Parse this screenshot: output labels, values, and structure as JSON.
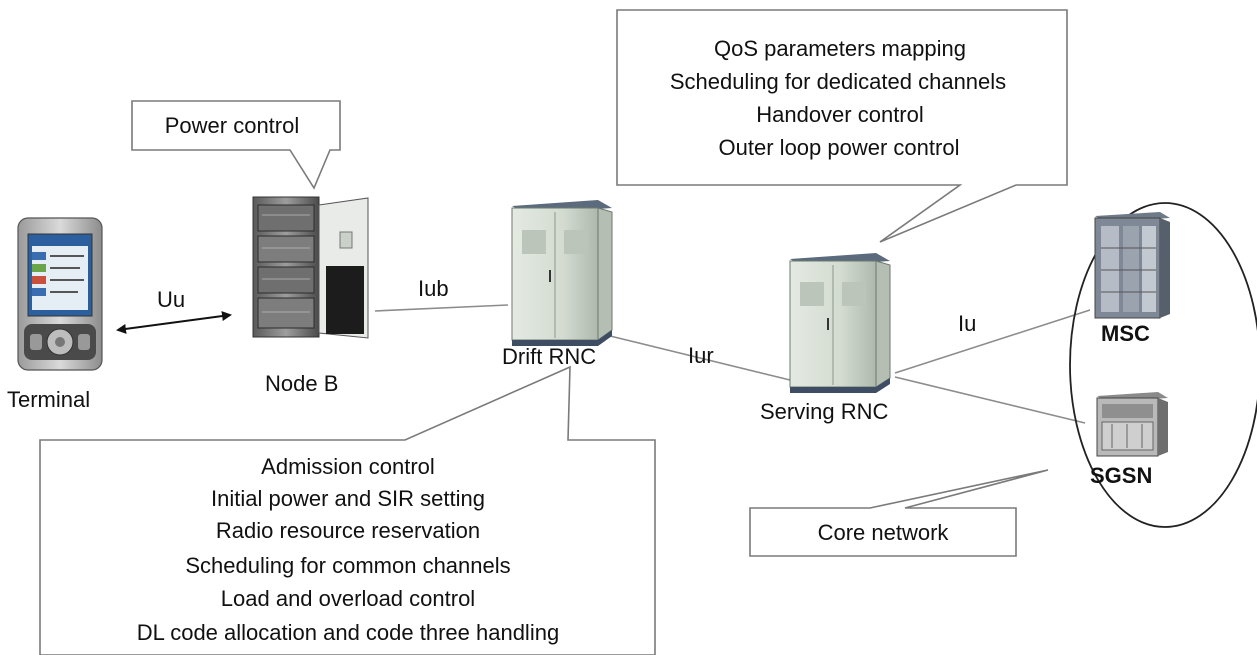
{
  "nodes": {
    "terminal": "Terminal",
    "node_b": "Node B",
    "drift_rnc": "Drift RNC",
    "serving_rnc": "Serving  RNC",
    "msc": "MSC",
    "sgsn": "SGSN"
  },
  "interfaces": {
    "uu": "Uu",
    "iub": "Iub",
    "iur": "Iur",
    "iu": "Iu"
  },
  "callouts": {
    "node_b": [
      "Power control"
    ],
    "serving_rnc": [
      "QoS parameters mapping",
      "Scheduling for dedicated channels",
      "Handover control",
      "Outer loop power control"
    ],
    "drift_rnc": [
      "Admission control",
      "Initial power and SIR setting",
      "Radio resource reservation",
      "Scheduling for common channels",
      "Load and overload control",
      "DL code allocation and code three handling"
    ],
    "core": [
      "Core network"
    ]
  }
}
